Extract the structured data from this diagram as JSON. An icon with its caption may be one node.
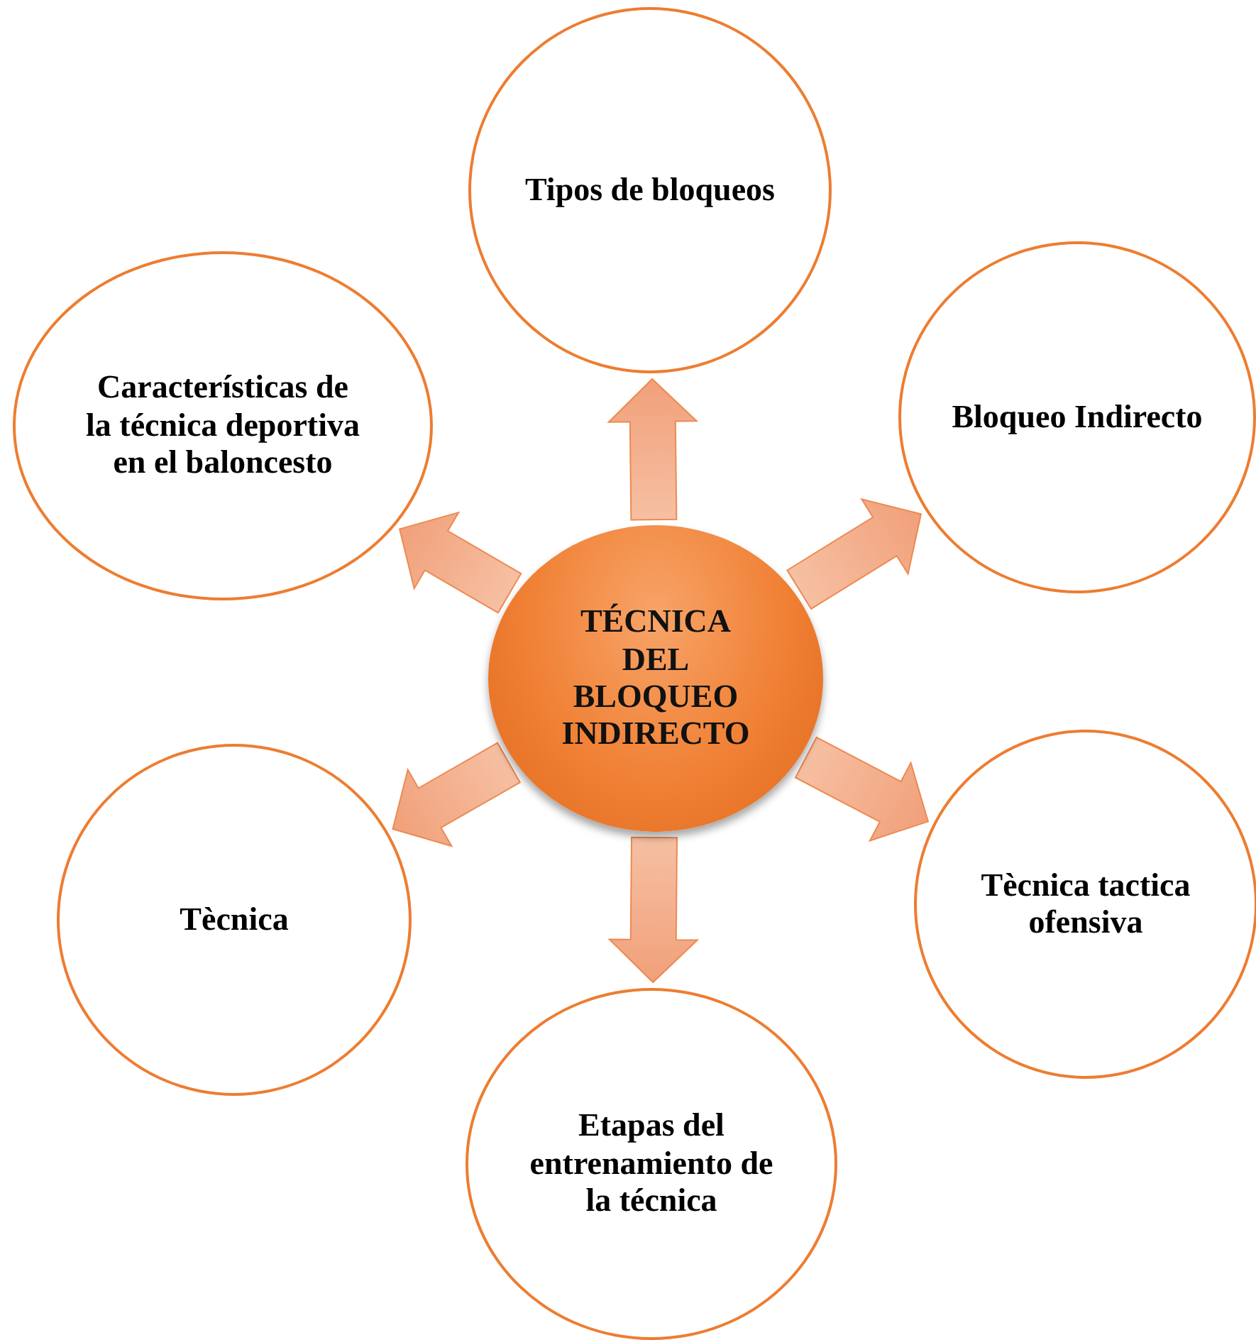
{
  "diagram": {
    "nodes": [
      {
        "text": [
          "TÉCNICA DEL BLOQUEO INDIRECTO"
        ]
      },
      {
        "text": [
          "Tipos de bloqueos"
        ]
      },
      {
        "text": [
          "Bloqueo Indirecto"
        ]
      },
      {
        "text": [
          "Tècnica tactica ofensiva"
        ]
      },
      {
        "text": [
          "Etapas del entrenamiento de la técnica"
        ]
      },
      {
        "text": [
          "Tècnica"
        ]
      },
      {
        "text": [
          "Características de la técnica deportiva en el baloncesto"
        ]
      }
    ],
    "edges": [
      {
        "from": 0,
        "to": 1,
        "arrow": "to"
      },
      {
        "from": 0,
        "to": 2,
        "arrow": "to"
      },
      {
        "from": 0,
        "to": 3,
        "arrow": "to"
      },
      {
        "from": 0,
        "to": 4,
        "arrow": "to"
      },
      {
        "from": 0,
        "to": 5,
        "arrow": "to"
      },
      {
        "from": 0,
        "to": 6,
        "arrow": "to"
      }
    ]
  }
}
